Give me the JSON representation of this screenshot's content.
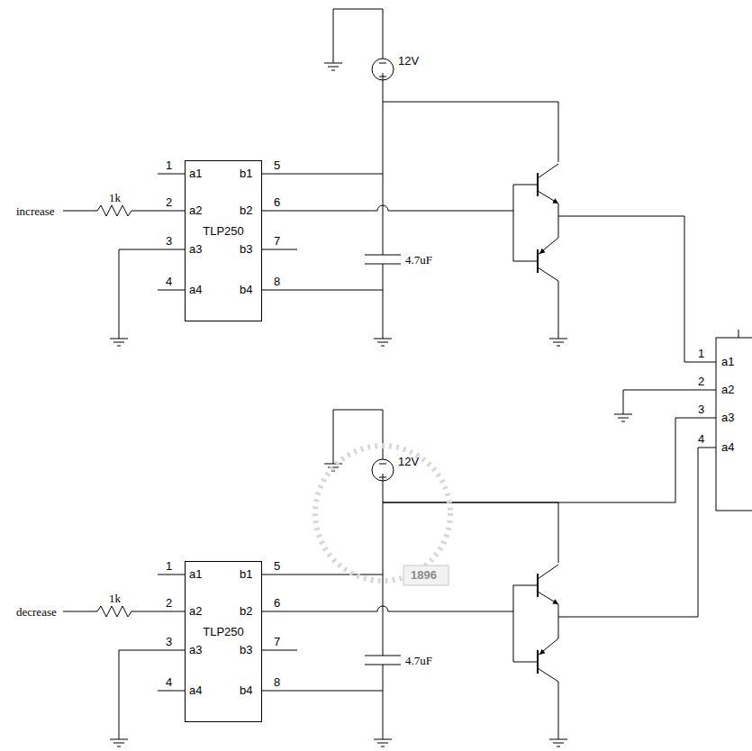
{
  "diagram": {
    "nodes": [
      {
        "text": [
          "TLP250"
        ]
      },
      {
        "text": [
          "TLP250"
        ]
      }
    ],
    "labels": [
      "increase",
      "1k",
      "1",
      "a1",
      "2",
      "a2",
      "3",
      "a3",
      "4",
      "a4",
      "5",
      "b1",
      "6",
      "b2",
      "7",
      "b3",
      "8",
      "b4",
      "12V",
      "4.7uF",
      "decrease",
      "1k",
      "1",
      "a1",
      "2",
      "a2",
      "3",
      "a3",
      "4",
      "a4",
      "5",
      "b1",
      "6",
      "b2",
      "7",
      "b3",
      "8",
      "b4",
      "12V",
      "4.7uF",
      "1",
      "a1",
      "2",
      "a2",
      "3",
      "a3",
      "4",
      "a4",
      "1896"
    ]
  }
}
